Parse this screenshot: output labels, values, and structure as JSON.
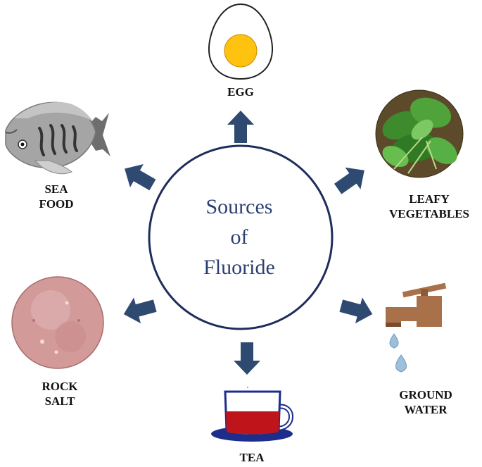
{
  "center": {
    "line1": "Sources",
    "line2": "of",
    "line3": "Fluoride"
  },
  "labels": {
    "egg": "EGG",
    "sea_food": [
      "SEA",
      "FOOD"
    ],
    "leafy_vegetables": [
      "LEAFY",
      "VEGETABLES"
    ],
    "rock_salt": [
      "ROCK",
      "SALT"
    ],
    "ground_water": [
      "GROUND",
      "WATER"
    ],
    "tea": "TEA"
  },
  "colors": {
    "circle_stroke": "#1f2d5c",
    "arrow": "#2f4a70",
    "center_text": "#2c3f73",
    "egg_yolk": "#ffc20e",
    "tea_liquid": "#c0141b",
    "tea_saucer": "#1d2d8c",
    "fish_body": "#a3a3a3",
    "leaf_green": "#3d8b2c",
    "salt_pink": "#d39a9a",
    "tap_brown": "#a8714a",
    "water_drop": "#9dc0dd"
  },
  "icons": [
    "egg-icon",
    "fish-icon",
    "leafy-vegetables-icon",
    "rock-salt-icon",
    "water-tap-icon",
    "tea-cup-icon"
  ]
}
